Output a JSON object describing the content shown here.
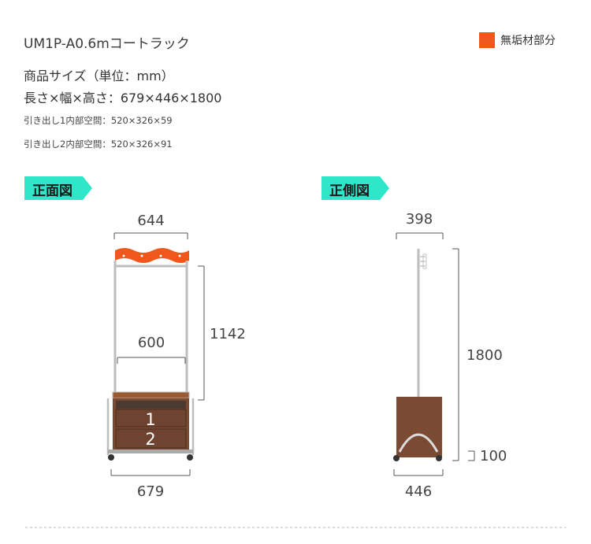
{
  "header": {
    "model": "UM1P-A0.6mコートラック",
    "unit": "商品サイズ（単位：mm）",
    "dimensions": "長さ×幅×高さ：679×446×1800",
    "drawer1": "引き出し1内部空間：520×326×59",
    "drawer2": "引き出し2内部空間：520×326×91"
  },
  "legend": {
    "label": "無垢材部分",
    "color": "#f0581b"
  },
  "views": {
    "front": {
      "title": "正面図",
      "top_width": "644",
      "inner_width": "600",
      "height": "1142",
      "base_width": "679",
      "drawer_labels": [
        "1",
        "2"
      ]
    },
    "side": {
      "title": "正側図",
      "top_depth": "398",
      "height": "1800",
      "base_height": "100",
      "base_depth": "446"
    }
  },
  "colors": {
    "badge": "#2ee6c9",
    "wood": "#7a4a32",
    "wood_dark": "#5e3826",
    "metal": "#c8c8c8",
    "dim_line": "#555555"
  }
}
